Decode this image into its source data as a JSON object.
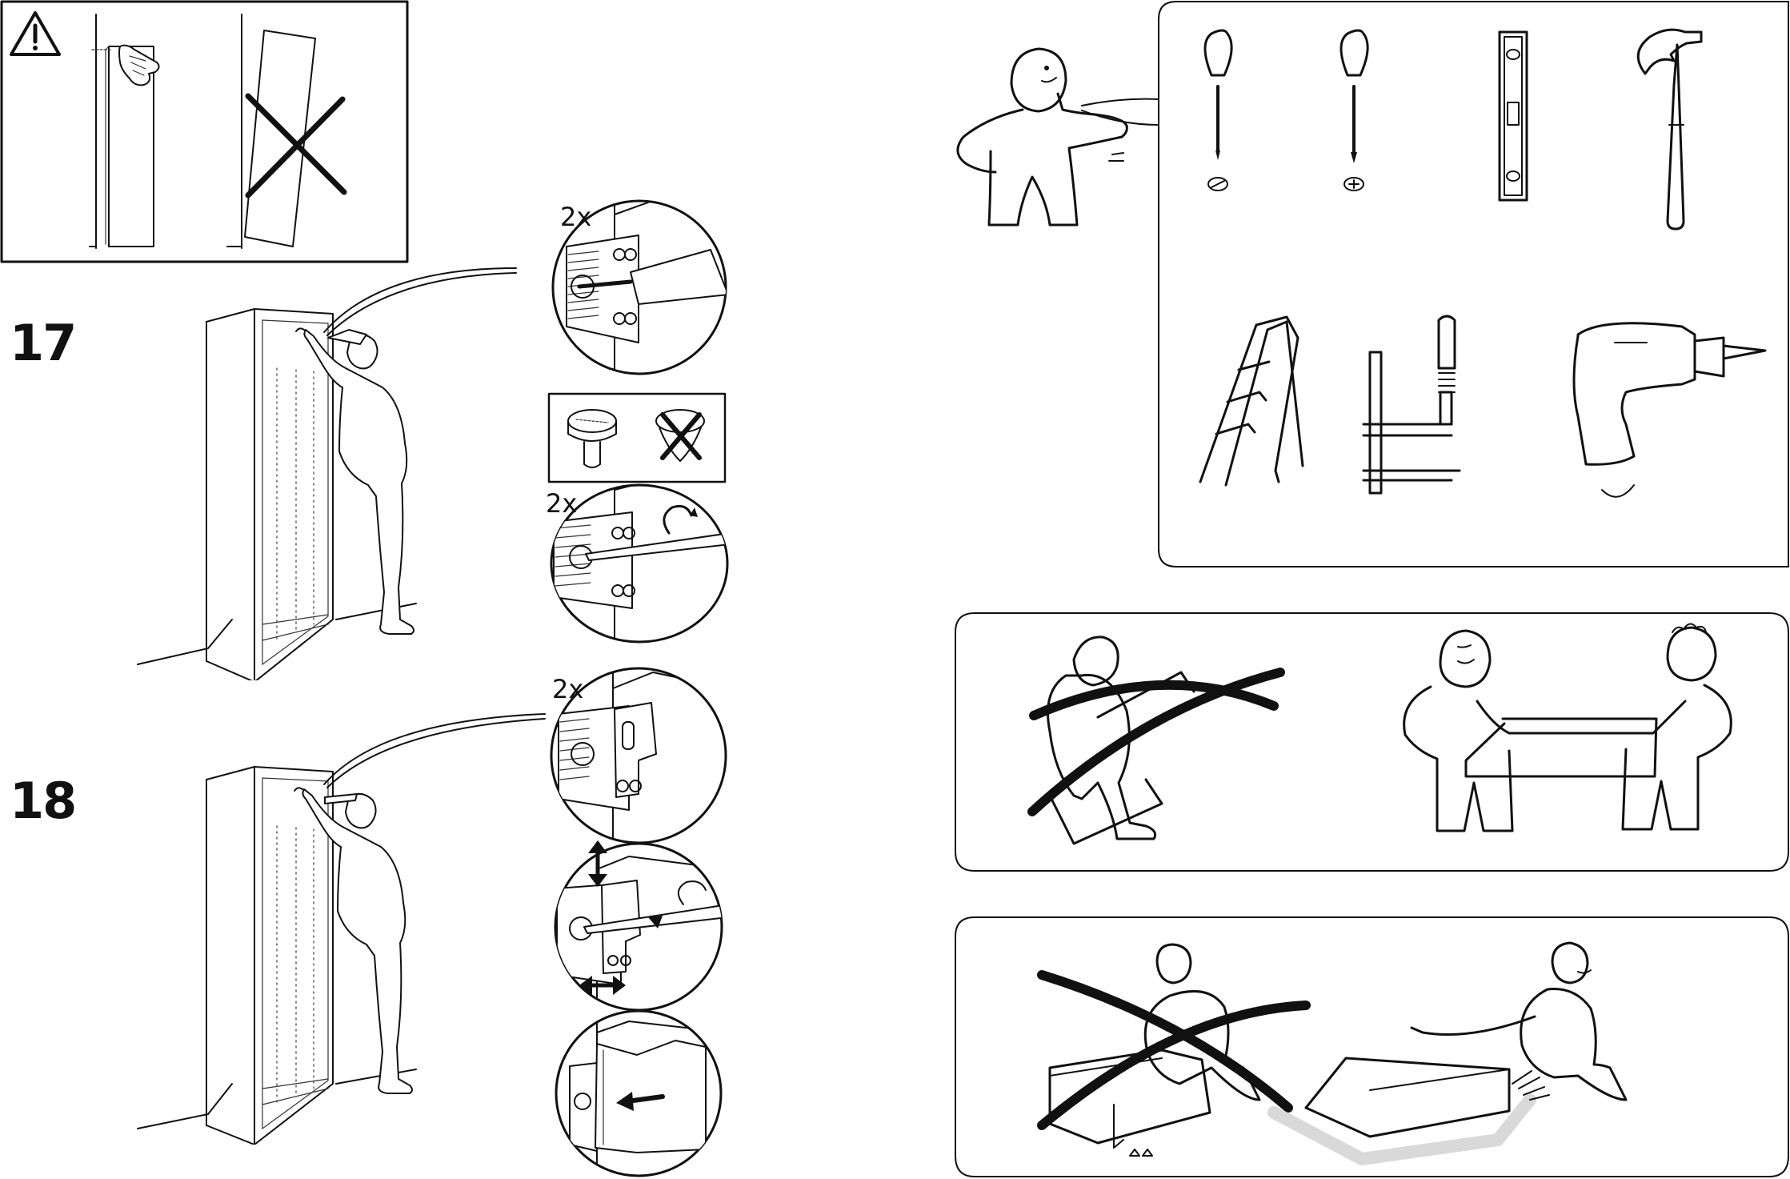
{
  "steps": [
    {
      "number": "17",
      "quantities": [
        "2x",
        "2x"
      ]
    },
    {
      "number": "18",
      "quantities": [
        "2x"
      ]
    }
  ],
  "warning_icon": "warning-triangle-icon",
  "tools": [
    "flathead-screwdriver-icon",
    "phillips-screwdriver-icon",
    "spirit-level-icon",
    "hammer-icon",
    "step-ladder-icon",
    "clamp-icon",
    "power-drill-icon"
  ],
  "colors": {
    "line": "#111111",
    "background": "#ffffff",
    "floor_shadow": "#d9d9d9"
  }
}
